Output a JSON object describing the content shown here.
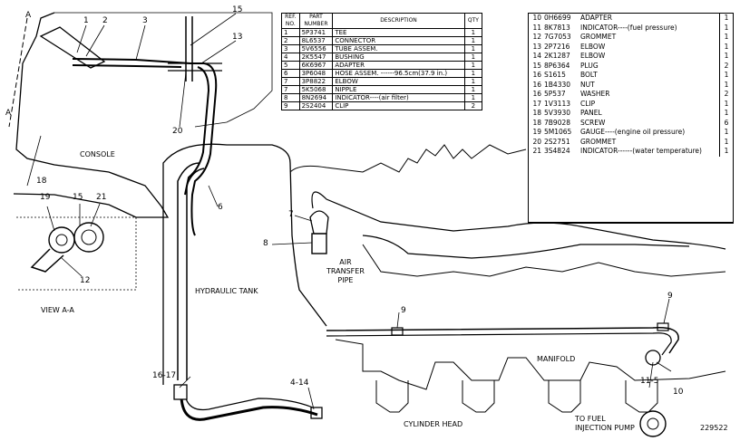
{
  "labels": {
    "view_a": "A",
    "view_a_2": "A",
    "console": "CONSOLE",
    "view_aa": "VIEW A-A",
    "hydraulic_tank": "HYDRAULIC TANK",
    "air_transfer_pipe": "AIR\nTRANSFER\nPIPE",
    "manifold": "MANIFOLD",
    "cylinder_head": "CYLINDER HEAD",
    "to_fuel_pump": "TO FUEL\nINJECTION PUMP",
    "figure_number": "229522"
  },
  "callouts": [
    "1",
    "2",
    "3",
    "15",
    "13",
    "20",
    "18",
    "19",
    "15",
    "21",
    "12",
    "6",
    "7",
    "8",
    "9",
    "9",
    "16-17",
    "4-14",
    "11-5",
    "10"
  ],
  "table1": {
    "headers": [
      "REF.\nNO.",
      "PART\nNUMBER",
      "DESCRIPTION",
      "QTY"
    ],
    "rows": [
      [
        "1",
        "5P3741",
        "TEE",
        "1"
      ],
      [
        "2",
        "8L6537",
        "CONNECTOR",
        "1"
      ],
      [
        "3",
        "5V6556",
        "TUBE ASSEM.",
        "1"
      ],
      [
        "4",
        "2K5547",
        "BUSHING",
        "1"
      ],
      [
        "5",
        "6K6967",
        "ADAPTER",
        "1"
      ],
      [
        "6",
        "3P6048",
        "HOSE ASSEM. ------96.5cm(37.9 in.)",
        "1"
      ],
      [
        "7",
        "3P8822",
        "ELBOW",
        "1"
      ],
      [
        "7",
        "5K5068",
        "NIPPLE",
        "1"
      ],
      [
        "8",
        "8N2694",
        "INDICATOR----(air filter)",
        "1"
      ],
      [
        "9",
        "2S2404",
        "CLIP",
        "2"
      ]
    ]
  },
  "table2": {
    "rows": [
      [
        "10",
        "0H6699",
        "ADAPTER",
        "1"
      ],
      [
        "11",
        "8K7813",
        "INDICATOR----(fuel pressure)",
        "1"
      ],
      [
        "12",
        "7G7053",
        "GROMMET",
        "1"
      ],
      [
        "13",
        "2P7216",
        "ELBOW",
        "1"
      ],
      [
        "14",
        "2K1287",
        "ELBOW",
        "1"
      ],
      [
        "15",
        "8P6364",
        "PLUG",
        "2"
      ],
      [
        "16",
        "S1615",
        "BOLT",
        "1"
      ],
      [
        "16",
        "1B4330",
        "NUT",
        "1"
      ],
      [
        "16",
        "5P537",
        "WASHER",
        "2"
      ],
      [
        "17",
        "1V3113",
        "CLIP",
        "1"
      ],
      [
        "18",
        "5V3930",
        "PANEL",
        "1"
      ],
      [
        "18",
        "7B9028",
        "SCREW",
        "6"
      ],
      [
        "19",
        "5M1065",
        "GAUGE----(engine oil pressure)",
        "1"
      ],
      [
        "20",
        "2S2751",
        "GROMMET",
        "1"
      ],
      [
        "21",
        "3S4824",
        "INDICATOR------(water temperature)",
        "1"
      ]
    ]
  }
}
